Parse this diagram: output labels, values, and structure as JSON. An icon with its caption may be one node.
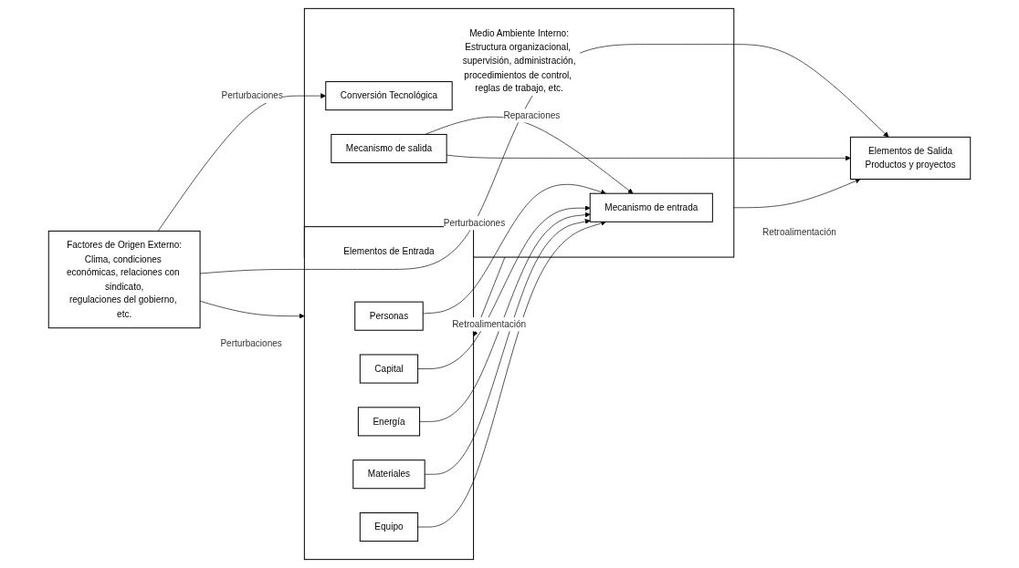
{
  "diagram": {
    "nodes": [
      {
        "text": [
          "Elementos de Entrada"
        ]
      },
      {
        "text": [
          "Personas"
        ],
        "in": 0
      },
      {
        "text": [
          "Capital"
        ],
        "in": 0
      },
      {
        "text": [
          "Energía"
        ],
        "in": 0
      },
      {
        "text": [
          "Materiales"
        ],
        "in": 0
      },
      {
        "text": [
          "Equipo"
        ],
        "in": 0
      },
      {
        "text": [
          "Medio Ambiente Interno:",
          "Estructura organizacional, supervisión, administración, procedimientos de control, reglas de trabajo, etc."
        ]
      },
      {
        "text": [
          "Mecanismo de entrada"
        ],
        "in": 6
      },
      {
        "text": [
          "Conversión Tecnológica"
        ],
        "in": 6
      },
      {
        "text": [
          "Mecanismo de salida"
        ],
        "in": 6
      },
      {
        "text": [
          "Elementos de Salida",
          "Productos y proyectos"
        ]
      },
      {
        "text": [
          "Factores de Origen Externo:",
          "Clima, condiciones económicas, relaciones con sindicato, regulaciones del gobierno, etc."
        ]
      }
    ],
    "edges": [
      {
        "from": 1,
        "to": 7,
        "arrow": "to"
      },
      {
        "from": 2,
        "to": 7,
        "arrow": "to"
      },
      {
        "from": 3,
        "to": 7,
        "arrow": "to"
      },
      {
        "from": 4,
        "to": 7,
        "arrow": "to"
      },
      {
        "from": 5,
        "to": 7,
        "arrow": "to"
      },
      {
        "from": 9,
        "to": 7,
        "arrow": "to",
        "label": "Reparaciones"
      },
      {
        "from": 9,
        "to": 10,
        "arrow": "to"
      },
      {
        "from": 6,
        "to": 0,
        "arrow": "to",
        "label": "Retroalimentación"
      },
      {
        "from": 6,
        "to": 10,
        "arrow": "to",
        "label": "Retroalimentación"
      },
      {
        "from": 11,
        "to": 8,
        "arrow": "to",
        "label": "Perturbaciones"
      },
      {
        "from": 11,
        "to": 0,
        "arrow": "to",
        "label": "Perturbaciones"
      },
      {
        "from": 11,
        "to": 10,
        "arrow": "to",
        "label": "Perturbaciones"
      }
    ]
  }
}
